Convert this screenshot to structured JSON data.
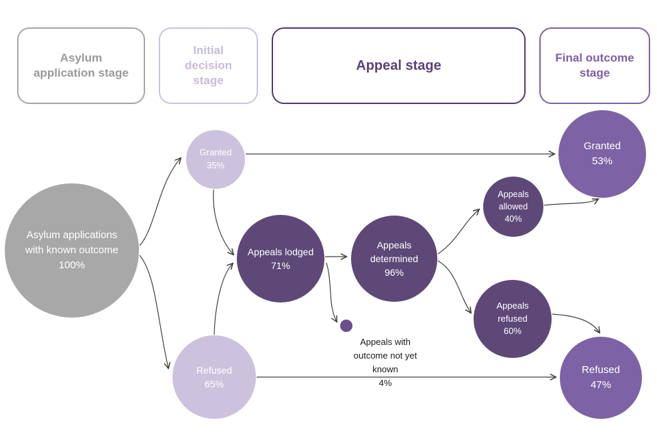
{
  "palette": {
    "gray": "#a8a8a8",
    "light_purple": "#cdc2dd",
    "dark_purple": "#5e4878",
    "medium_purple": "#7d63a5",
    "dot_purple": "#6a4f8c",
    "arrow": "#404040",
    "text_on_circle": "#ffffff",
    "annotation_text": "#1a1a1a"
  },
  "stages": [
    {
      "label": "Asylum application stage"
    },
    {
      "label": "Initial decision stage"
    },
    {
      "label": "Appeal stage"
    },
    {
      "label": "Final outcome stage"
    }
  ],
  "nodes": {
    "known_outcome": {
      "label": "Asylum applications with known outcome",
      "value": "100%"
    },
    "initial_granted": {
      "label": "Granted",
      "value": "35%"
    },
    "initial_refused": {
      "label": "Refused",
      "value": "65%"
    },
    "appeals_lodged": {
      "label": "Appeals lodged",
      "value": "71%"
    },
    "appeals_determined": {
      "label": "Appeals determined",
      "value": "96%"
    },
    "appeals_allowed": {
      "label": "Appeals allowed",
      "value": "40%"
    },
    "appeals_refused": {
      "label": "Appeals refused",
      "value": "60%"
    },
    "final_granted": {
      "label": "Granted",
      "value": "53%"
    },
    "final_refused": {
      "label": "Refused",
      "value": "47%"
    },
    "outcome_not_known": {
      "label": "Appeals with outcome not yet known",
      "value": "4%"
    }
  },
  "chart_data": {
    "type": "table",
    "title": "Asylum appeal flow: percentages at each stage",
    "stages": [
      "Asylum application stage",
      "Initial decision stage",
      "Appeal stage",
      "Final outcome stage"
    ],
    "flow": [
      {
        "stage": "Asylum application stage",
        "node": "Asylum applications with known outcome",
        "value_pct": 100
      },
      {
        "stage": "Initial decision stage",
        "node": "Granted",
        "value_pct": 35
      },
      {
        "stage": "Initial decision stage",
        "node": "Refused",
        "value_pct": 65
      },
      {
        "stage": "Appeal stage",
        "node": "Appeals lodged",
        "value_pct": 71
      },
      {
        "stage": "Appeal stage",
        "node": "Appeals determined",
        "value_pct": 96
      },
      {
        "stage": "Appeal stage",
        "node": "Appeals with outcome not yet known",
        "value_pct": 4
      },
      {
        "stage": "Appeal stage",
        "node": "Appeals allowed",
        "value_pct": 40
      },
      {
        "stage": "Appeal stage",
        "node": "Appeals refused",
        "value_pct": 60
      },
      {
        "stage": "Final outcome stage",
        "node": "Granted",
        "value_pct": 53
      },
      {
        "stage": "Final outcome stage",
        "node": "Refused",
        "value_pct": 47
      }
    ]
  }
}
